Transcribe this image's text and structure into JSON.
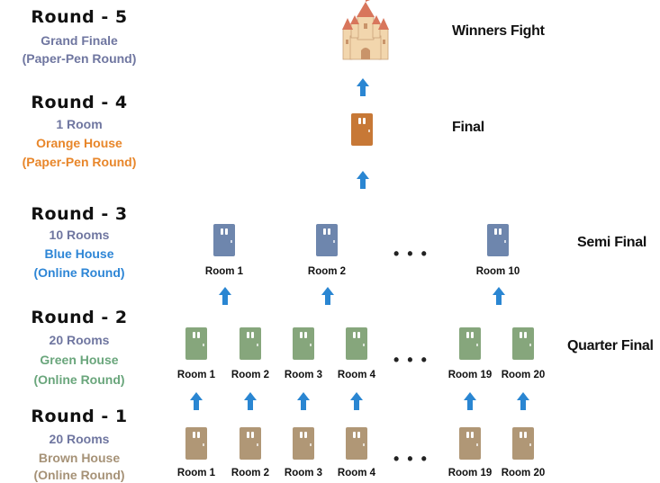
{
  "colors": {
    "grey": "#6f76a0",
    "orange": "#e8862a",
    "blue": "#2e86d6",
    "green": "#6aa67c",
    "brown": "#a69277",
    "arrow": "#2a86d2",
    "door_blue": "#6e86ad",
    "door_green": "#86a67c",
    "door_brown": "#b09776",
    "door_orange": "#c77836"
  },
  "rounds": {
    "r5": {
      "title": "Round - 5",
      "line1": "Grand Finale",
      "line2": "(Paper-Pen Round)"
    },
    "r4": {
      "title": "Round - 4",
      "line1": "1 Room",
      "line2": "Orange House",
      "line3": "(Paper-Pen Round)"
    },
    "r3": {
      "title": "Round - 3",
      "line1": "10 Rooms",
      "line2": "Blue House",
      "line3": "(Online Round)"
    },
    "r2": {
      "title": "Round - 2",
      "line1": "20 Rooms",
      "line2": "Green House",
      "line3": "(Online Round)"
    },
    "r1": {
      "title": "Round - 1",
      "line1": "20 Rooms",
      "line2": "Brown House",
      "line3": "(Online Round)"
    }
  },
  "stages": {
    "winners": "Winners Fight",
    "final": "Final",
    "semi": "Semi Final",
    "quarter": "Quarter Final"
  },
  "room_labels": {
    "r3": [
      "Room 1",
      "Room 2",
      "Room 10"
    ],
    "r2": [
      "Room 1",
      "Room 2",
      "Room 3",
      "Room 4",
      "Room 19",
      "Room 20"
    ],
    "r1": [
      "Room 1",
      "Room 2",
      "Room 3",
      "Room 4",
      "Room 19",
      "Room 20"
    ]
  },
  "ellipsis": "• • •",
  "icons": {
    "castle": "castle-icon",
    "door": "door-icon",
    "arrow": "arrow-up-icon"
  }
}
